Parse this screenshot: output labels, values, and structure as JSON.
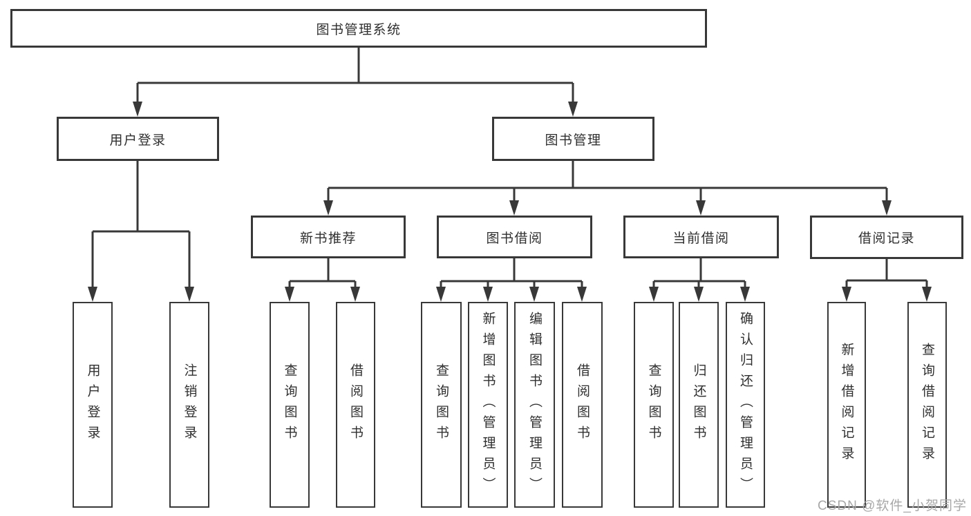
{
  "title": "图书管理系统",
  "watermark": "CSDN @软件_小贺同学",
  "colors": {
    "line": "#383838",
    "box_border": "#383838",
    "text": "#2f2f2f",
    "watermark": "#a8a8a8",
    "background": "#ffffff"
  },
  "nodes": {
    "root": "图书管理系统",
    "user_login": "用户登录",
    "book_management": "图书管理",
    "new_book_recommend": "新书推荐",
    "book_borrow": "图书借阅",
    "current_borrow": "当前借阅",
    "borrow_records": "借阅记录",
    "leaf_user_login": "用户登录",
    "leaf_logout": "注销登录",
    "leaf_nbr_query_book": "查询图书",
    "leaf_nbr_borrow_book": "借阅图书",
    "leaf_bb_query_book": "查询图书",
    "leaf_bb_add_book": "新增图书（管理员）",
    "leaf_bb_edit_book": "编辑图书（管理员）",
    "leaf_bb_borrow_book": "借阅图书",
    "leaf_cb_query_book": "查询图书",
    "leaf_cb_return_book": "归还图书",
    "leaf_cb_confirm_return": "确认归还（管理员）",
    "leaf_br_add_record": "新增借阅记录",
    "leaf_br_query_record": "查询借阅记录"
  },
  "edges": [
    [
      "root",
      "user_login"
    ],
    [
      "root",
      "book_management"
    ],
    [
      "user_login",
      "leaf_user_login"
    ],
    [
      "user_login",
      "leaf_logout"
    ],
    [
      "book_management",
      "new_book_recommend"
    ],
    [
      "book_management",
      "book_borrow"
    ],
    [
      "book_management",
      "current_borrow"
    ],
    [
      "book_management",
      "borrow_records"
    ],
    [
      "new_book_recommend",
      "leaf_nbr_query_book"
    ],
    [
      "new_book_recommend",
      "leaf_nbr_borrow_book"
    ],
    [
      "book_borrow",
      "leaf_bb_query_book"
    ],
    [
      "book_borrow",
      "leaf_bb_add_book"
    ],
    [
      "book_borrow",
      "leaf_bb_edit_book"
    ],
    [
      "book_borrow",
      "leaf_bb_borrow_book"
    ],
    [
      "current_borrow",
      "leaf_cb_query_book"
    ],
    [
      "current_borrow",
      "leaf_cb_return_book"
    ],
    [
      "current_borrow",
      "leaf_cb_confirm_return"
    ],
    [
      "borrow_records",
      "leaf_br_add_record"
    ],
    [
      "borrow_records",
      "leaf_br_query_record"
    ]
  ]
}
